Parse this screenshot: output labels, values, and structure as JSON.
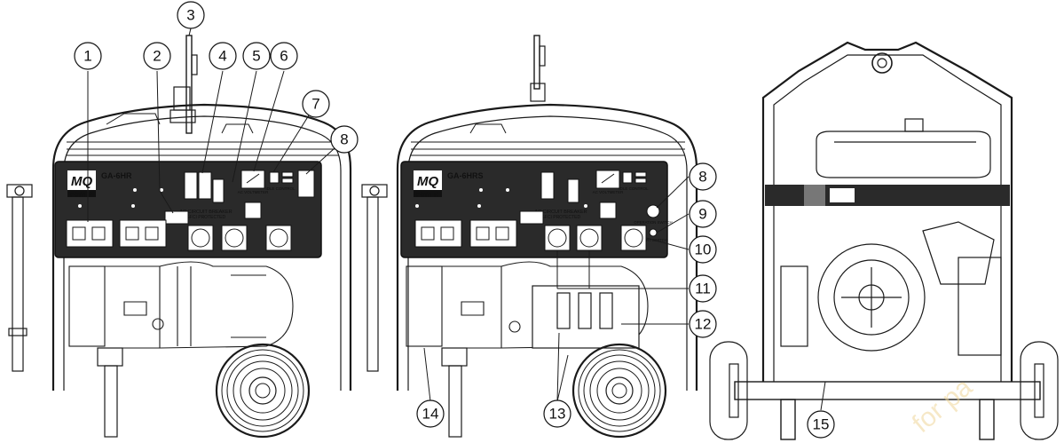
{
  "models": {
    "left": "GA-6HR",
    "middle": "GA-6HRS"
  },
  "brand": {
    "logo": "MQ",
    "sub": "POWER"
  },
  "panel": {
    "breaker_line1": "AC CIRCUIT BREAKER",
    "breaker_line2": "GFCI PROTECTED",
    "voltmeter": "AC VOLTMETER",
    "idle_control": "IDLE CONTROL",
    "operation_switch": "OPERATION SWITCH",
    "start_switch": "START SWITCH"
  },
  "callouts": [
    "1",
    "2",
    "3",
    "4",
    "5",
    "6",
    "7",
    "8",
    "8",
    "9",
    "10",
    "11",
    "12",
    "13",
    "14",
    "15"
  ],
  "watermark": "for pa",
  "colors": {
    "line": "#1a1a1a",
    "panel": "#2a2a2a",
    "watermark": "#f0d79a"
  }
}
